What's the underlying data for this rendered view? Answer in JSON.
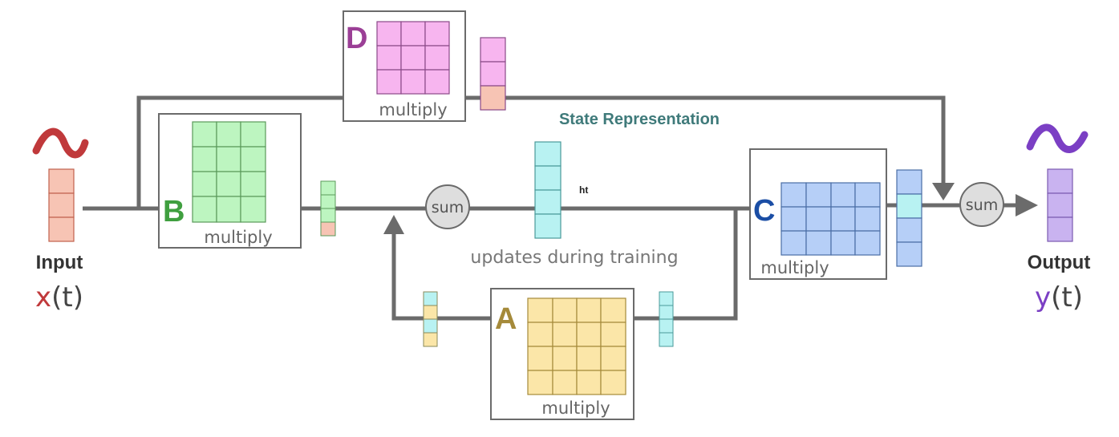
{
  "colors": {
    "line": "#6b6b6b",
    "box_border": "#6b6b6b",
    "wave_input": "#c0393b",
    "wave_output": "#7b3fc4",
    "input_cell": "#f7c4b4",
    "output_cell": "#c9b3f0",
    "matrix_A": "#fbe6a8",
    "matrix_B": "#bdf5c0",
    "matrix_C": "#b6cff7",
    "matrix_D": "#f7b5ef",
    "state_cell": "#b8f2f2",
    "letter_A": "#a58a3a",
    "letter_B": "#3f9f3f",
    "letter_C": "#1b4ea5",
    "letter_D": "#9b3f96",
    "state_title": "#3f7a7a",
    "sum_fill": "#dedede"
  },
  "input": {
    "label": "Input",
    "var_name": "x",
    "var_arg": "(t)",
    "icon": "sine-wave-icon"
  },
  "output": {
    "label": "Output",
    "var_name": "y",
    "var_arg": "(t)",
    "icon": "sine-wave-icon"
  },
  "blocks": {
    "A": {
      "letter": "A",
      "caption": "multiply"
    },
    "B": {
      "letter": "B",
      "caption": "multiply"
    },
    "C": {
      "letter": "C",
      "caption": "multiply"
    },
    "D": {
      "letter": "D",
      "caption": "multiply"
    }
  },
  "sum_left": "sum",
  "sum_right": "sum",
  "state_title": "State Representation",
  "state_var": "ht",
  "training_note": "updates during training"
}
